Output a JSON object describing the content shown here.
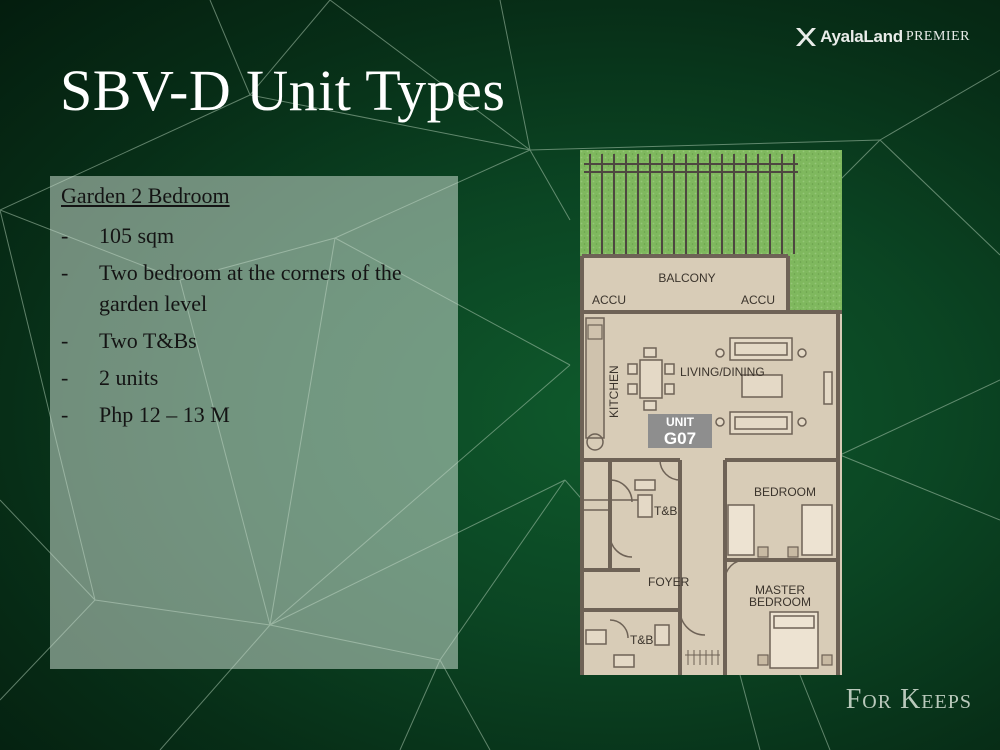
{
  "brand": {
    "name": "AyalaLand",
    "sub": "Premier"
  },
  "title": "SBV-D Unit Types",
  "panel": {
    "heading": "Garden 2 Bedroom",
    "bullets": [
      {
        "dash": "-",
        "text": "105 sqm"
      },
      {
        "dash": "-",
        "text": "Two bedroom at the corners of the garden level"
      },
      {
        "dash": "-",
        "text": "Two T&Bs"
      },
      {
        "dash": "-",
        "text": "2 units"
      },
      {
        "dash": "-",
        "text": "Php 12 – 13 M"
      }
    ]
  },
  "floorplan": {
    "balcony": "BALCONY",
    "accu_left": "ACCU",
    "accu_right": "ACCU",
    "kitchen": "KITCHEN",
    "living_dining": "LIVING/DINING",
    "unit_label": "UNIT",
    "unit_code": "G07",
    "tb_1": "T&B",
    "bedroom": "BEDROOM",
    "foyer": "FOYER",
    "master_line1": "MASTER",
    "master_line2": "BEDROOM",
    "tb_2": "T&B"
  },
  "footer": "For Keeps",
  "colors": {
    "background": "#0b4523",
    "panel": "#8fae98",
    "wall": "#6e6256",
    "floor": "#d6c9b4",
    "grass": "#7cb55b"
  }
}
